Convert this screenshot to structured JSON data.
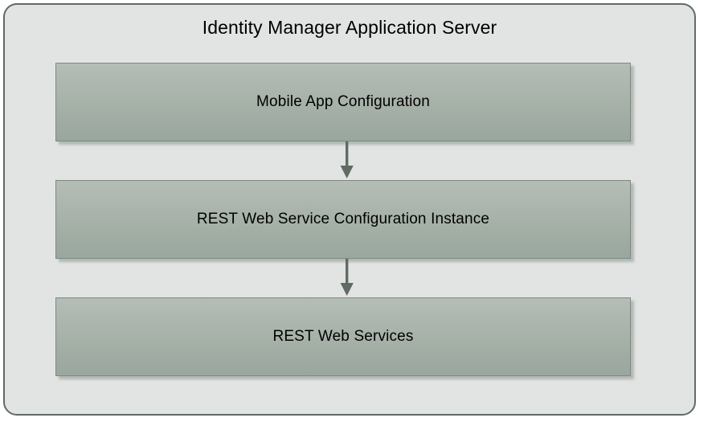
{
  "diagram": {
    "type": "flow",
    "title": "Identity Manager Application Server",
    "container": {
      "label": "Identity Manager Application Server",
      "fill_color": "#e2e4e3",
      "border_color": "#5f6b63"
    },
    "nodes": [
      {
        "id": "mobile-app-configuration",
        "label": "Mobile App Configuration",
        "fill_top_color": "#b4bdb6",
        "fill_bottom_color": "#99a79e",
        "border_color": "#7e8a81",
        "text_color": "#000000"
      },
      {
        "id": "rest-web-service-configuration-instance",
        "label": "REST Web Service Configuration Instance",
        "fill_top_color": "#b4bdb6",
        "fill_bottom_color": "#99a79e",
        "border_color": "#7e8a81",
        "text_color": "#000000"
      },
      {
        "id": "rest-web-services",
        "label": "REST Web Services",
        "fill_top_color": "#b4bdb6",
        "fill_bottom_color": "#99a79e",
        "border_color": "#7e8a81",
        "text_color": "#000000"
      }
    ],
    "connectors": [
      {
        "id": "arrow-1",
        "icon": "arrow-down-icon",
        "from": "mobile-app-configuration",
        "to": "rest-web-service-configuration-instance",
        "color": "#5f6b63",
        "direction": "down"
      },
      {
        "id": "arrow-2",
        "icon": "arrow-down-icon",
        "from": "rest-web-service-configuration-instance",
        "to": "rest-web-services",
        "color": "#5f6b63",
        "direction": "down"
      }
    ],
    "background_color": "#ffffff"
  }
}
